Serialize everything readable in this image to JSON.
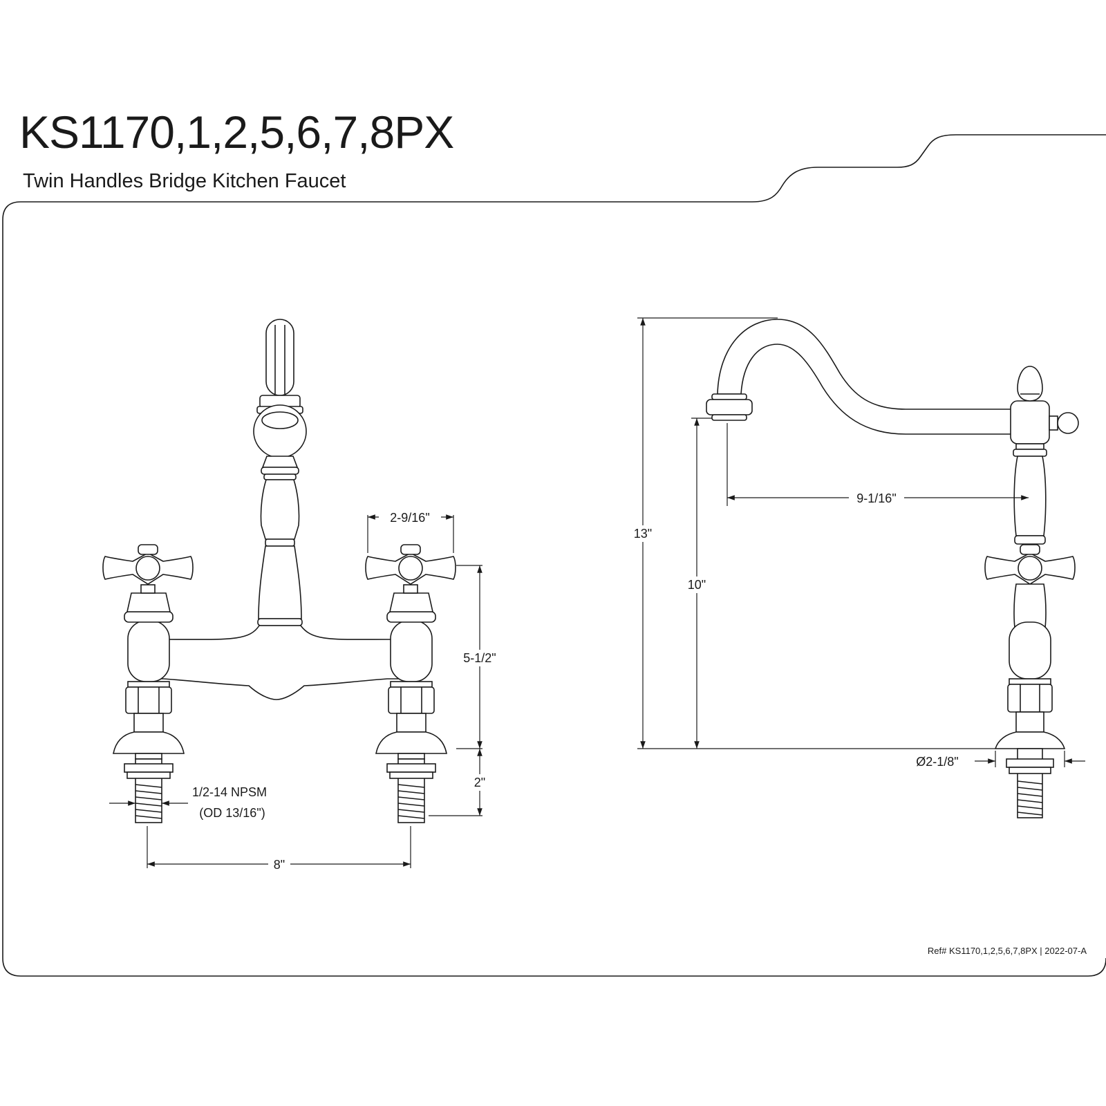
{
  "header": {
    "model": "KS1170,1,2,5,6,7,8PX",
    "description": "Twin Handles Bridge Kitchen Faucet"
  },
  "front_view": {
    "handle_width": "2-9/16\"",
    "deck_to_handle_height": "5-1/2\"",
    "shank_length": "2\"",
    "thread_spec": "1/2-14 NPSM",
    "thread_od": "(OD 13/16\")",
    "center_spacing": "8\""
  },
  "side_view": {
    "overall_height": "13\"",
    "spout_clearance": "10\"",
    "spout_reach": "9-1/16\"",
    "base_diameter": "Ø2-1/8\""
  },
  "footer": {
    "reference": "Ref# KS1170,1,2,5,6,7,8PX | 2022-07-A"
  }
}
